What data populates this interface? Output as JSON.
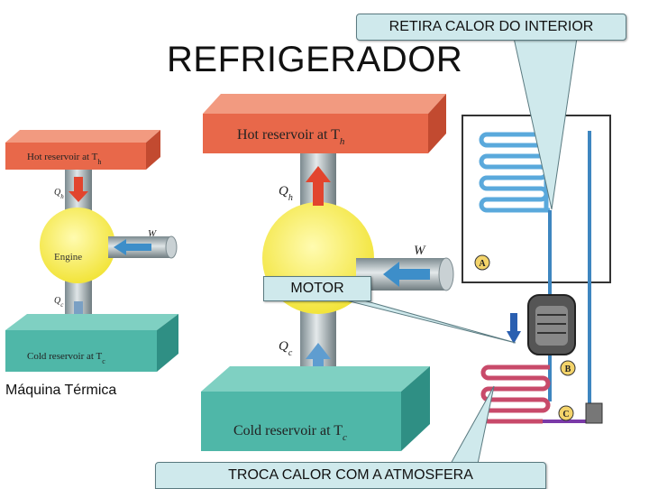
{
  "title": "REFRIGERADOR",
  "callouts": {
    "interior": "RETIRA CALOR DO INTERIOR",
    "motor": "MOTOR",
    "atmosphere": "TROCA CALOR COM A ATMOSFERA"
  },
  "caption": "Máquina Térmica",
  "engine_diagram": {
    "hot": "Hot reservoir at T",
    "hot_sub": "h",
    "cold": "Cold reservoir at T",
    "cold_sub": "c",
    "engine": "Engine",
    "qh": "Q",
    "qh_sub": "h",
    "qc": "Q",
    "qc_sub": "c",
    "w": "W"
  },
  "fridge_diagram": {
    "hot": "Hot reservoir at T",
    "hot_sub": "h",
    "cold": "Cold reservoir at T",
    "cold_sub": "c",
    "qh": "Q",
    "qh_sub": "h",
    "qc": "Q",
    "qc_sub": "c",
    "w": "W"
  },
  "fridge_labels": {
    "a": "A",
    "b": "B",
    "c": "C"
  },
  "colors": {
    "hot": "#e8684a",
    "cold": "#4fb7a8",
    "engine": "#f5ee5a",
    "callout": "#cfe9ec",
    "coil_blue": "#5aa9dc",
    "coil_red": "#c84a6a"
  }
}
